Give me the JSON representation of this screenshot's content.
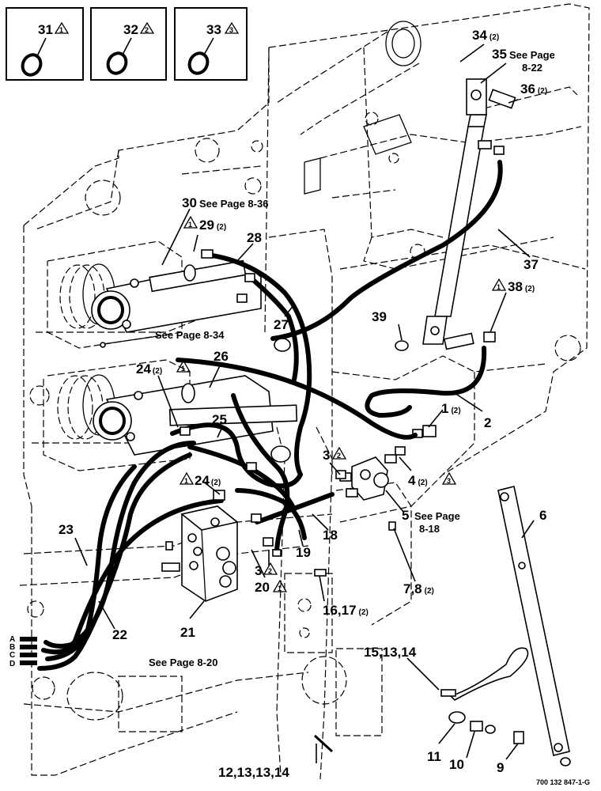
{
  "insets": [
    {
      "number": "31",
      "flag": "1"
    },
    {
      "number": "32",
      "flag": "2"
    },
    {
      "number": "33",
      "flag": "3"
    }
  ],
  "callouts": {
    "c34": {
      "num": "34",
      "qty": "(2)"
    },
    "c35": {
      "num": "35",
      "see": "See Page",
      "page": "8-22"
    },
    "c36": {
      "num": "36",
      "qty": "(2)"
    },
    "c37": {
      "num": "37"
    },
    "c38": {
      "flag": "1",
      "num": "38",
      "qty": "(2)"
    },
    "c39": {
      "num": "39"
    },
    "c30": {
      "num": "30",
      "see": "See Page 8-36"
    },
    "c29": {
      "flag": "1",
      "num": "29",
      "qty": "(2)"
    },
    "c28": {
      "num": "28"
    },
    "c27": {
      "num": "27"
    },
    "see834": "See Page 8-34",
    "c26": {
      "num": "26"
    },
    "c24a": {
      "num": "24",
      "qty": "(2)",
      "flag": "1"
    },
    "c25": {
      "num": "25"
    },
    "c1": {
      "num": "1",
      "qty": "(2)"
    },
    "c2": {
      "num": "2"
    },
    "c3a": {
      "num": "3",
      "flag": "2"
    },
    "c4": {
      "num": "4",
      "qty": "(2)",
      "flag": "3"
    },
    "c5": {
      "num": "5",
      "see": "See Page",
      "page": "8-18"
    },
    "c6": {
      "num": "6"
    },
    "c24b": {
      "flag": "1",
      "num": "24",
      "qty": "(2)"
    },
    "c18": {
      "num": "18"
    },
    "c19": {
      "num": "19"
    },
    "c23": {
      "num": "23"
    },
    "c3b": {
      "num": "3",
      "flag": "2"
    },
    "c20": {
      "num": "20",
      "flag": "1"
    },
    "c78": {
      "num": "7,8",
      "qty": "(2)"
    },
    "c1617": {
      "num": "16,17",
      "qty": "(2)"
    },
    "c22": {
      "num": "22"
    },
    "c21": {
      "num": "21",
      "see": "See Page 8-20"
    },
    "c151314": {
      "num": "15,13,14"
    },
    "c11": {
      "num": "11"
    },
    "c10": {
      "num": "10"
    },
    "c9": {
      "num": "9"
    },
    "c12": {
      "num": "12,13,13,14"
    }
  },
  "hose_letters": [
    "A",
    "B",
    "C",
    "D"
  ],
  "drawing_id": "700 132 847-1-G"
}
